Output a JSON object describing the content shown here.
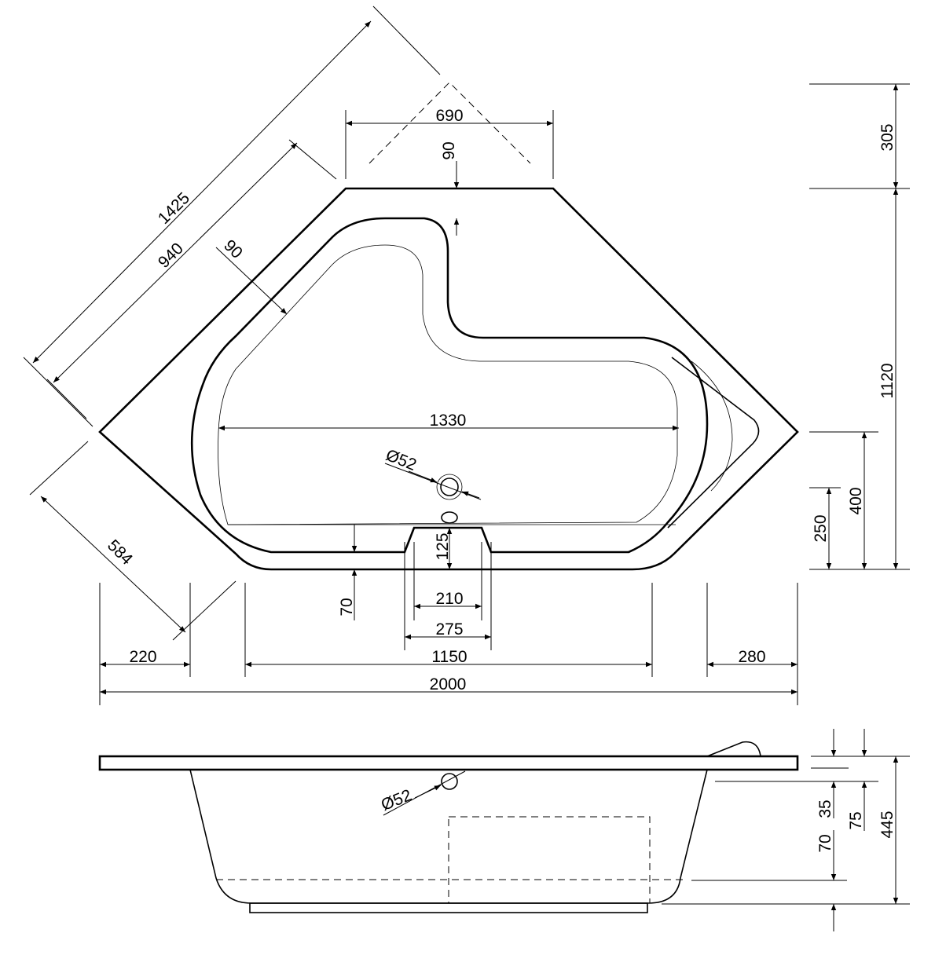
{
  "title": "Corner bathtub technical drawing",
  "top_view": {
    "dimensions": {
      "diagonal_outer": "1425",
      "diagonal_inner": "940",
      "rim_width_diagonal": "90",
      "top_edge_width": "690",
      "top_rim_depth": "90",
      "inner_length": "1330",
      "drain_diameter": "Ø52",
      "notch_depth": "125",
      "front_rim": "70",
      "notch_inner_width": "210",
      "notch_outer_width": "275",
      "left_offset": "220",
      "bottom_length": "1150",
      "right_offset": "280",
      "total_width": "2000",
      "left_bevel": "584",
      "top_offset": "305",
      "total_depth": "1120",
      "right_point_height": "400",
      "ledge_height": "250"
    }
  },
  "side_view": {
    "dimensions": {
      "overflow_diameter": "Ø52",
      "rim_thickness": "35",
      "base_height": "70",
      "headrest_height": "75",
      "total_height": "445"
    }
  }
}
